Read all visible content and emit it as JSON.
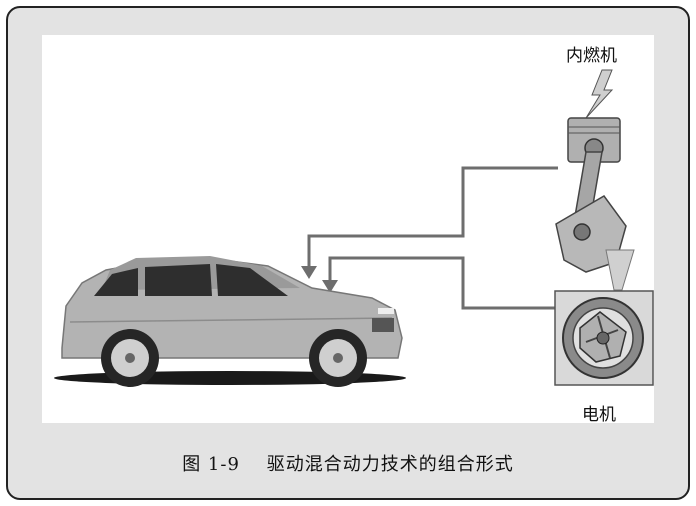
{
  "labels": {
    "engine": "内燃机",
    "motor": "电机"
  },
  "caption": "图 1-9    驱动混合动力技术的组合形式",
  "colors": {
    "frame_bg": "#e3e3e3",
    "panel_bg": "#ffffff",
    "arrow": "#6e6e6e",
    "car_body": "#b3b3b3"
  },
  "icons": [
    "car-illustration",
    "piston-crankshaft-icon",
    "electric-motor-icon",
    "lightning-icon"
  ]
}
